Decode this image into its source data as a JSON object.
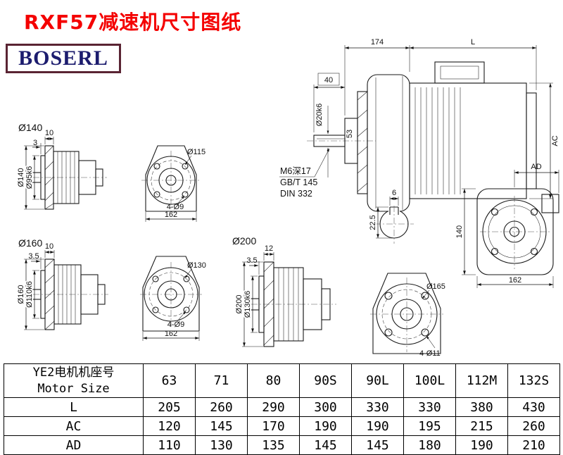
{
  "page": {
    "title": "RXF57减速机尺寸图纸",
    "logo": "BOSERL"
  },
  "views": {
    "g140": {
      "group_label": "Ø140",
      "flange_thk": "10",
      "spigot_len": "3",
      "flange_dia": "Ø140",
      "spigot_dia": "Ø95k6",
      "bolt_circle": "Ø115",
      "holes": "4-Ø9",
      "base_width": "162"
    },
    "g160": {
      "group_label": "Ø160",
      "flange_thk": "10",
      "spigot_len": "3.5",
      "flange_dia": "Ø160",
      "spigot_dia": "Ø110k6",
      "bolt_circle": "Ø130",
      "holes": "4-Ø9",
      "base_width": "162"
    },
    "g200": {
      "group_label": "Ø200",
      "flange_thk": "12",
      "spigot_len": "3.5",
      "flange_dia": "Ø200",
      "spigot_dia": "Ø130k6",
      "bolt_circle": "Ø165",
      "holes": "4-Ø11"
    },
    "main": {
      "len_gearbox": "174",
      "len_motor": "L",
      "shaft_len": "40",
      "shaft_dia": "Ø20k6",
      "spigot": "53",
      "motor_dia": "AC",
      "box_width": "AD",
      "tap_note1": "M6深17",
      "tap_note2": "GB/T 145",
      "tap_note3": "DIN 332",
      "key_width": "6",
      "key_depth": "22.5",
      "front_height": "140",
      "front_width": "162"
    }
  },
  "table": {
    "header_line1": "YE2电机机座号",
    "header_line2": "Motor Size",
    "sizes": [
      "63",
      "71",
      "80",
      "90S",
      "90L",
      "100L",
      "112M",
      "132S"
    ],
    "rows": [
      {
        "label": "L",
        "values": [
          "205",
          "260",
          "290",
          "300",
          "330",
          "330",
          "380",
          "430"
        ]
      },
      {
        "label": "AC",
        "values": [
          "120",
          "145",
          "170",
          "190",
          "190",
          "195",
          "215",
          "260"
        ]
      },
      {
        "label": "AD",
        "values": [
          "110",
          "130",
          "135",
          "145",
          "145",
          "180",
          "190",
          "210"
        ]
      }
    ]
  }
}
